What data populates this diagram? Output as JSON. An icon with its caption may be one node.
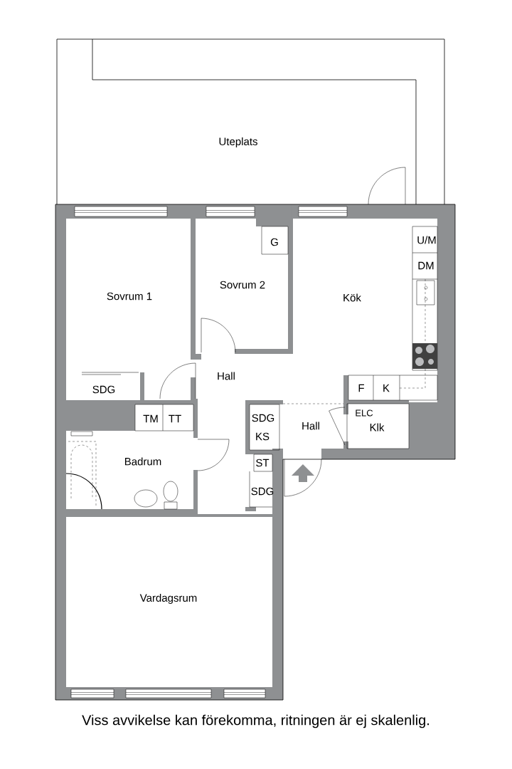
{
  "diagram": {
    "caption": "Viss avvikelse kan förekomma, ritningen är ej skalenlig.",
    "labels": [
      "Uteplats",
      "G",
      "U/M",
      "Sovrum 2",
      "DM",
      "Sovrum 1",
      "Kök",
      "Hall",
      "SDG",
      "F",
      "K",
      "TM",
      "TT",
      "SDG",
      "Hall",
      "ELC",
      "Klk",
      "KS",
      "Badrum",
      "ST",
      "SDG",
      "Vardagsrum"
    ]
  }
}
